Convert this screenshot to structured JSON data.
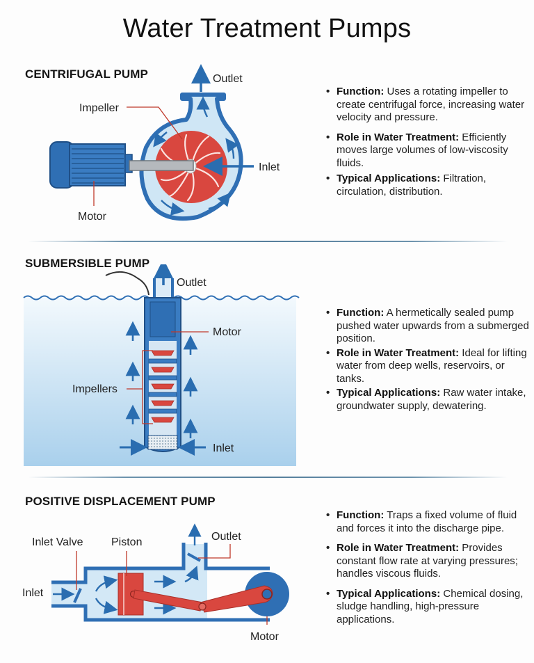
{
  "title": "Water Treatment Pumps",
  "colors": {
    "pump_blue": "#2f6fb4",
    "water_light": "#cfe6f5",
    "impeller_red": "#d9473f",
    "arrow_blue": "#2a6db0",
    "leader_red": "#c0392b"
  },
  "sections": [
    {
      "heading": "CENTRIFUGAL PUMP",
      "labels": {
        "outlet": "Outlet",
        "impeller": "Impeller",
        "inlet": "Inlet",
        "motor": "Motor"
      },
      "bullets": [
        {
          "term": "Function:",
          "text": " Uses a rotating impeller to create centrifugal force, increasing water velocity and pressure."
        },
        {
          "term": "Role in Water Treatment:",
          "text": " Efficiently moves large volumes of low-viscosity fluids."
        },
        {
          "term": "Typical Applications:",
          "text": " Filtration, circulation, distribution."
        }
      ]
    },
    {
      "heading": "SUBMERSIBLE PUMP",
      "labels": {
        "outlet": "Outlet",
        "motor": "Motor",
        "impellers": "Impellers",
        "inlet": "Inlet"
      },
      "bullets": [
        {
          "term": "Function:",
          "text": " A hermetically sealed pump pushed water upwards from a submerged position."
        },
        {
          "term": "Role in Water Treatment:",
          "text": " Ideal for lifting water from deep wells, reservoirs, or tanks."
        },
        {
          "term": "Typical Applications:",
          "text": " Raw water intake, groundwater supply, dewatering."
        }
      ]
    },
    {
      "heading": "POSITIVE DISPLACEMENT PUMP",
      "labels": {
        "inlet_valve": "Inlet Valve",
        "piston": "Piston",
        "outlet": "Outlet",
        "inlet": "Inlet",
        "motor": "Motor"
      },
      "bullets": [
        {
          "term": "Function:",
          "text": " Traps a fixed volume of fluid and forces it into the discharge pipe."
        },
        {
          "term": "Role in Water Treatment:",
          "text": " Provides constant flow rate at varying pressures; handles viscous fluids."
        },
        {
          "term": "Typical Applications:",
          "text": " Chemical dosing, sludge handling, high-pressure applications."
        }
      ]
    }
  ]
}
